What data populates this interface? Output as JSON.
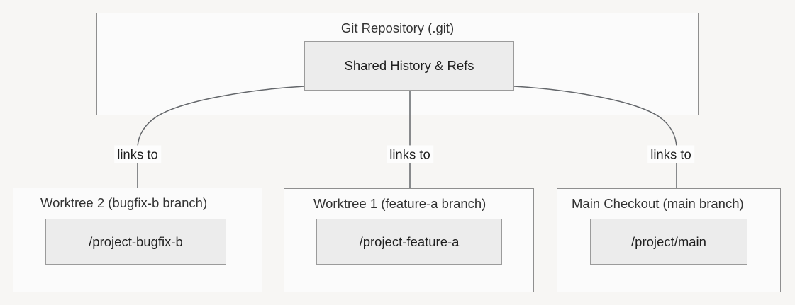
{
  "diagram": {
    "type": "flowchart",
    "background_color": "#f7f6f4",
    "node_fill": "#ececec",
    "node_border": "#9b9b9b",
    "container_fill": "#fbfbfb",
    "container_border": "#8f8f8f",
    "edge_color": "#63666a",
    "text_color": "#1f1f1f"
  },
  "repository": {
    "title": "Git Repository (.git)",
    "node": {
      "label": "Shared History & Refs"
    }
  },
  "worktrees": [
    {
      "title": "Worktree 2 (bugfix-b branch)",
      "node_label": "/project-bugfix-b",
      "edge_label": "links to"
    },
    {
      "title": "Worktree 1 (feature-a branch)",
      "node_label": "/project-feature-a",
      "edge_label": "links to"
    },
    {
      "title": "Main Checkout (main branch)",
      "node_label": "/project/main",
      "edge_label": "links to"
    }
  ],
  "edges": [
    {
      "from": "Shared History & Refs",
      "to": "/project-bugfix-b",
      "label": "links to"
    },
    {
      "from": "Shared History & Refs",
      "to": "/project-feature-a",
      "label": "links to"
    },
    {
      "from": "Shared History & Refs",
      "to": "/project/main",
      "label": "links to"
    }
  ]
}
